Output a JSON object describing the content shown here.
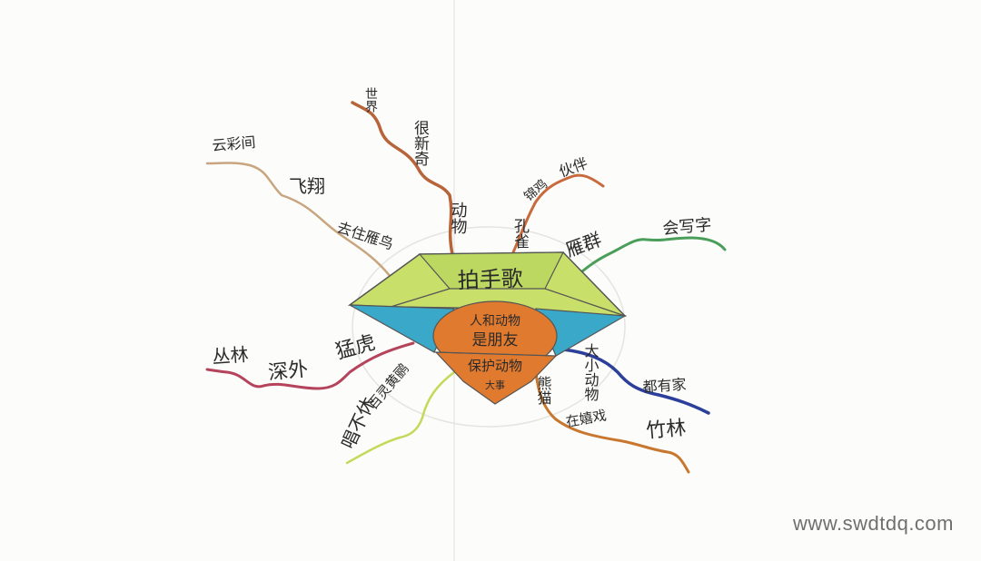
{
  "center": {
    "top_label": "拍手歌",
    "middle_label_line1": "人和动物",
    "middle_label_line2": "是朋友",
    "bottom_label_line1": "保护动物",
    "bottom_label_line2": "大事"
  },
  "branches": [
    {
      "id": "animal-world",
      "color": "#b8643a",
      "labels": [
        "动物",
        "很新奇",
        "世界"
      ]
    },
    {
      "id": "wild-goose",
      "color": "#c8a57e",
      "labels": [
        "去住雁鸟",
        "飞翔",
        "云彩间"
      ]
    },
    {
      "id": "peacock",
      "color": "#c86a3c",
      "labels": [
        "孔雀",
        "锦鸡",
        "伙伴"
      ]
    },
    {
      "id": "geese-flock",
      "color": "#4a9e5a",
      "labels": [
        "雁群",
        "会写字"
      ]
    },
    {
      "id": "tiger",
      "color": "#b5435c",
      "labels": [
        "猛虎",
        "深外",
        "丛林"
      ]
    },
    {
      "id": "oriole",
      "color": "#c6d85a",
      "labels": [
        "百灵黄鹂",
        "唱不休"
      ]
    },
    {
      "id": "small-animals",
      "color": "#2c3f9a",
      "labels": [
        "大小动物",
        "都有家"
      ]
    },
    {
      "id": "panda",
      "color": "#c8772e",
      "labels": [
        "熊猫",
        "在嬉戏",
        "竹林"
      ]
    }
  ],
  "watermark": "www.swdtdq.com"
}
